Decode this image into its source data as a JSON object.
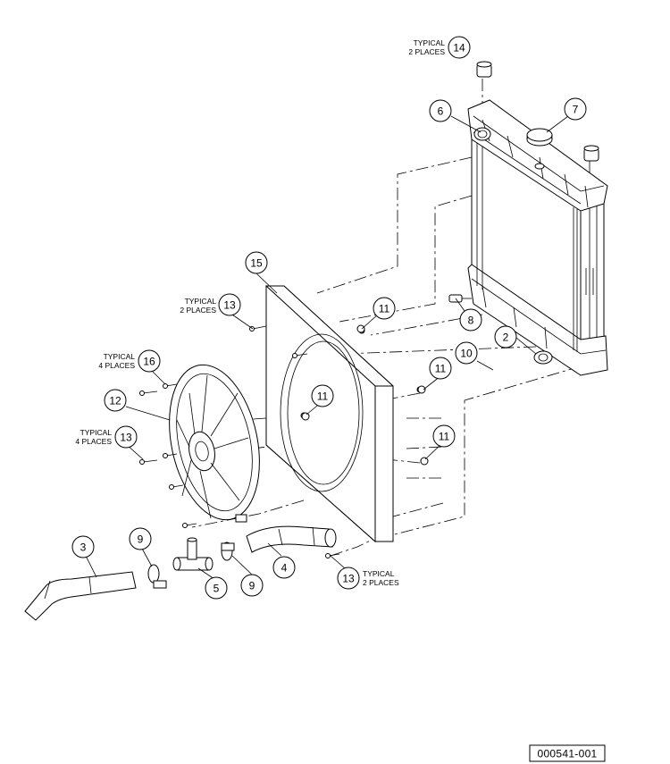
{
  "callouts": [
    {
      "id": "c14",
      "number": "14",
      "note": [
        "TYPICAL",
        "2 PLACES"
      ]
    },
    {
      "id": "c6",
      "number": "6"
    },
    {
      "id": "c7",
      "number": "7"
    },
    {
      "id": "c15",
      "number": "15"
    },
    {
      "id": "c13a",
      "number": "13",
      "note": [
        "TYPICAL",
        "2 PLACES"
      ]
    },
    {
      "id": "c11a",
      "number": "11"
    },
    {
      "id": "c8",
      "number": "8"
    },
    {
      "id": "c2",
      "number": "2"
    },
    {
      "id": "c10",
      "number": "10"
    },
    {
      "id": "c16",
      "number": "16",
      "note": [
        "TYPICAL",
        "4 PLACES"
      ]
    },
    {
      "id": "c11b",
      "number": "11"
    },
    {
      "id": "c12",
      "number": "12"
    },
    {
      "id": "c11c",
      "number": "11"
    },
    {
      "id": "c13b",
      "number": "13",
      "note": [
        "TYPICAL",
        "4 PLACES"
      ]
    },
    {
      "id": "c11d",
      "number": "11"
    },
    {
      "id": "c3",
      "number": "3"
    },
    {
      "id": "c9a",
      "number": "9"
    },
    {
      "id": "c4",
      "number": "4"
    },
    {
      "id": "c5",
      "number": "5"
    },
    {
      "id": "c9b",
      "number": "9"
    },
    {
      "id": "c13c",
      "number": "13",
      "note": [
        "TYPICAL",
        "2 PLACES"
      ]
    }
  ],
  "reference_number": "000541-001"
}
